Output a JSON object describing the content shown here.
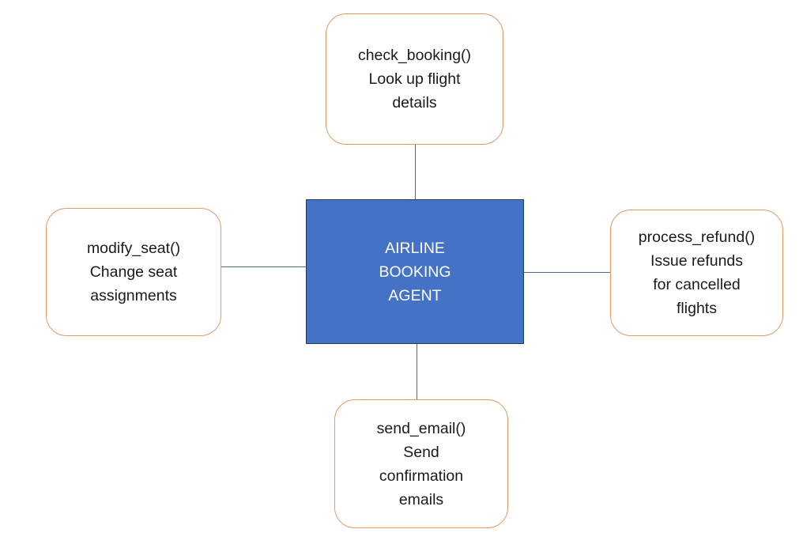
{
  "diagram": {
    "colors": {
      "center_fill": "#4472C4",
      "center_border": "#1F3864",
      "center_text": "#FFFFFF",
      "tool_border": "#E09A63",
      "tool_fill": "#FFFFFF",
      "tool_text": "#1A1A1A",
      "connector": "#4A6B8C",
      "background": "#FFFFFF"
    },
    "center": {
      "lines": [
        "AIRLINE",
        "BOOKING",
        "AGENT"
      ]
    },
    "tools": [
      {
        "id": "check_booking",
        "position": "top",
        "lines": [
          "check_booking()",
          "Look up flight",
          "details"
        ]
      },
      {
        "id": "modify_seat",
        "position": "left",
        "lines": [
          "modify_seat()",
          "Change seat",
          "assignments"
        ]
      },
      {
        "id": "process_refund",
        "position": "right",
        "lines": [
          "process_refund()",
          "Issue refunds",
          "for cancelled",
          "flights"
        ]
      },
      {
        "id": "send_email",
        "position": "bottom",
        "lines": [
          "send_email()",
          "Send",
          "confirmation",
          "emails"
        ]
      }
    ]
  }
}
